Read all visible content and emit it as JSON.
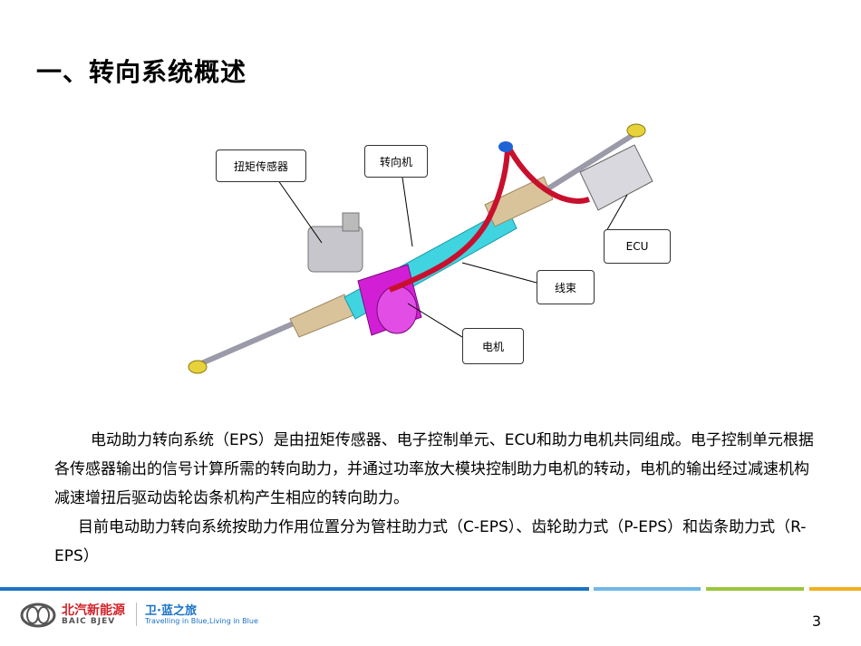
{
  "title": "一、转向系统概述",
  "callouts": {
    "torque_sensor": "扭矩传感器",
    "steering_gear": "转向机",
    "ecu": "ECU",
    "harness": "线束",
    "motor": "电机"
  },
  "paragraphs": [
    "电动助力转向系统（EPS）是由扭矩传感器、电子控制单元、ECU和助力电机共同组成。电子控制单元根据各传感器输出的信号计算所需的转向助力，并通过功率放大模块控制助力电机的转动，电机的输出经过减速机构减速增扭后驱动齿轮齿条机构产生相应的转向助力。",
    "目前电动助力转向系统按助力作用位置分为管柱助力式（C-EPS）、齿轮助力式（P-EPS）和齿条助力式（R-EPS）"
  ],
  "footer": {
    "brand_cn": "北汽新能源",
    "brand_en": "BAIC BJEV",
    "slogan_cn": "卫·蓝之旅",
    "slogan_en": "Travelling in Blue,Living in Blue",
    "page_number": "3"
  },
  "colors": {
    "bar_blue": "#1b73c6",
    "bar_light_blue": "#6fb7e8",
    "bar_green": "#9bc63c",
    "bar_yellow": "#f2b01e",
    "brand_red": "#d2232a"
  }
}
